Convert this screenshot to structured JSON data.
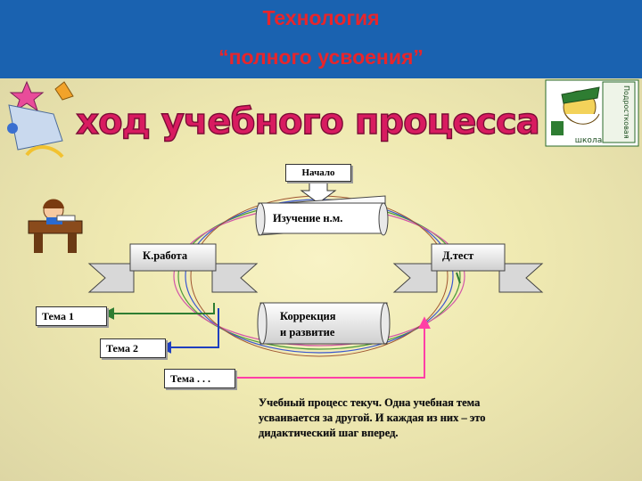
{
  "header": {
    "title_line1": "Технология",
    "title_line2": "“полного усвоения”"
  },
  "diagram": {
    "heading": "ход учебного процесса",
    "start": "Начало",
    "study": "Изучение н.м.",
    "work": "К.работа",
    "test": "Д.тест",
    "correction_line1": "Коррекция",
    "correction_line2": "и развитие",
    "topic1": "Тема 1",
    "topic2": "Тема 2",
    "topic3": "Тема . . .",
    "caption_line1": "Учебный процесс текуч. Одна учебная тема",
    "caption_line2": "усваивается за другой. И каждая из них – это",
    "caption_line3": "дидактический шаг вперед."
  },
  "logo": {
    "side_text": "Подростковая",
    "bottom_text": "школа"
  },
  "colors": {
    "header_bg": "#1a62b0",
    "title_red": "#e8252b",
    "heading_fill": "#d81b60",
    "topic1_arrow": "#2e7d32",
    "topic2_arrow": "#1f3fbf",
    "topic3_arrow": "#ff3fa6"
  }
}
